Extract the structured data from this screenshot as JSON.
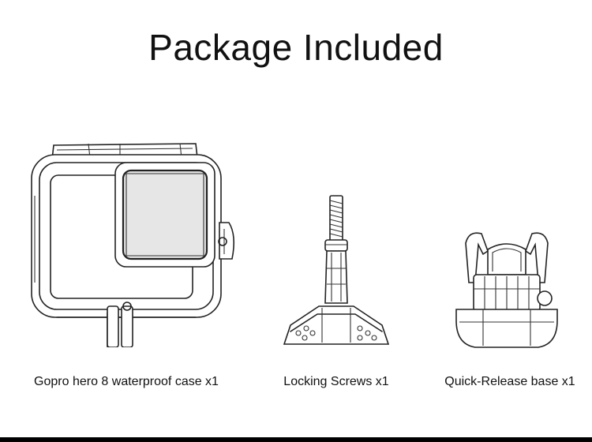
{
  "heading": "Package Included",
  "items": [
    {
      "caption": "Gopro hero 8 waterproof case x1",
      "icon": "waterproof-case-icon"
    },
    {
      "caption": "Locking Screws x1",
      "icon": "locking-screw-icon"
    },
    {
      "caption": "Quick-Release base x1",
      "icon": "quick-release-base-icon"
    }
  ],
  "colors": {
    "background": "#ffffff",
    "line": "#222222",
    "bottom_bar": "#000000"
  }
}
